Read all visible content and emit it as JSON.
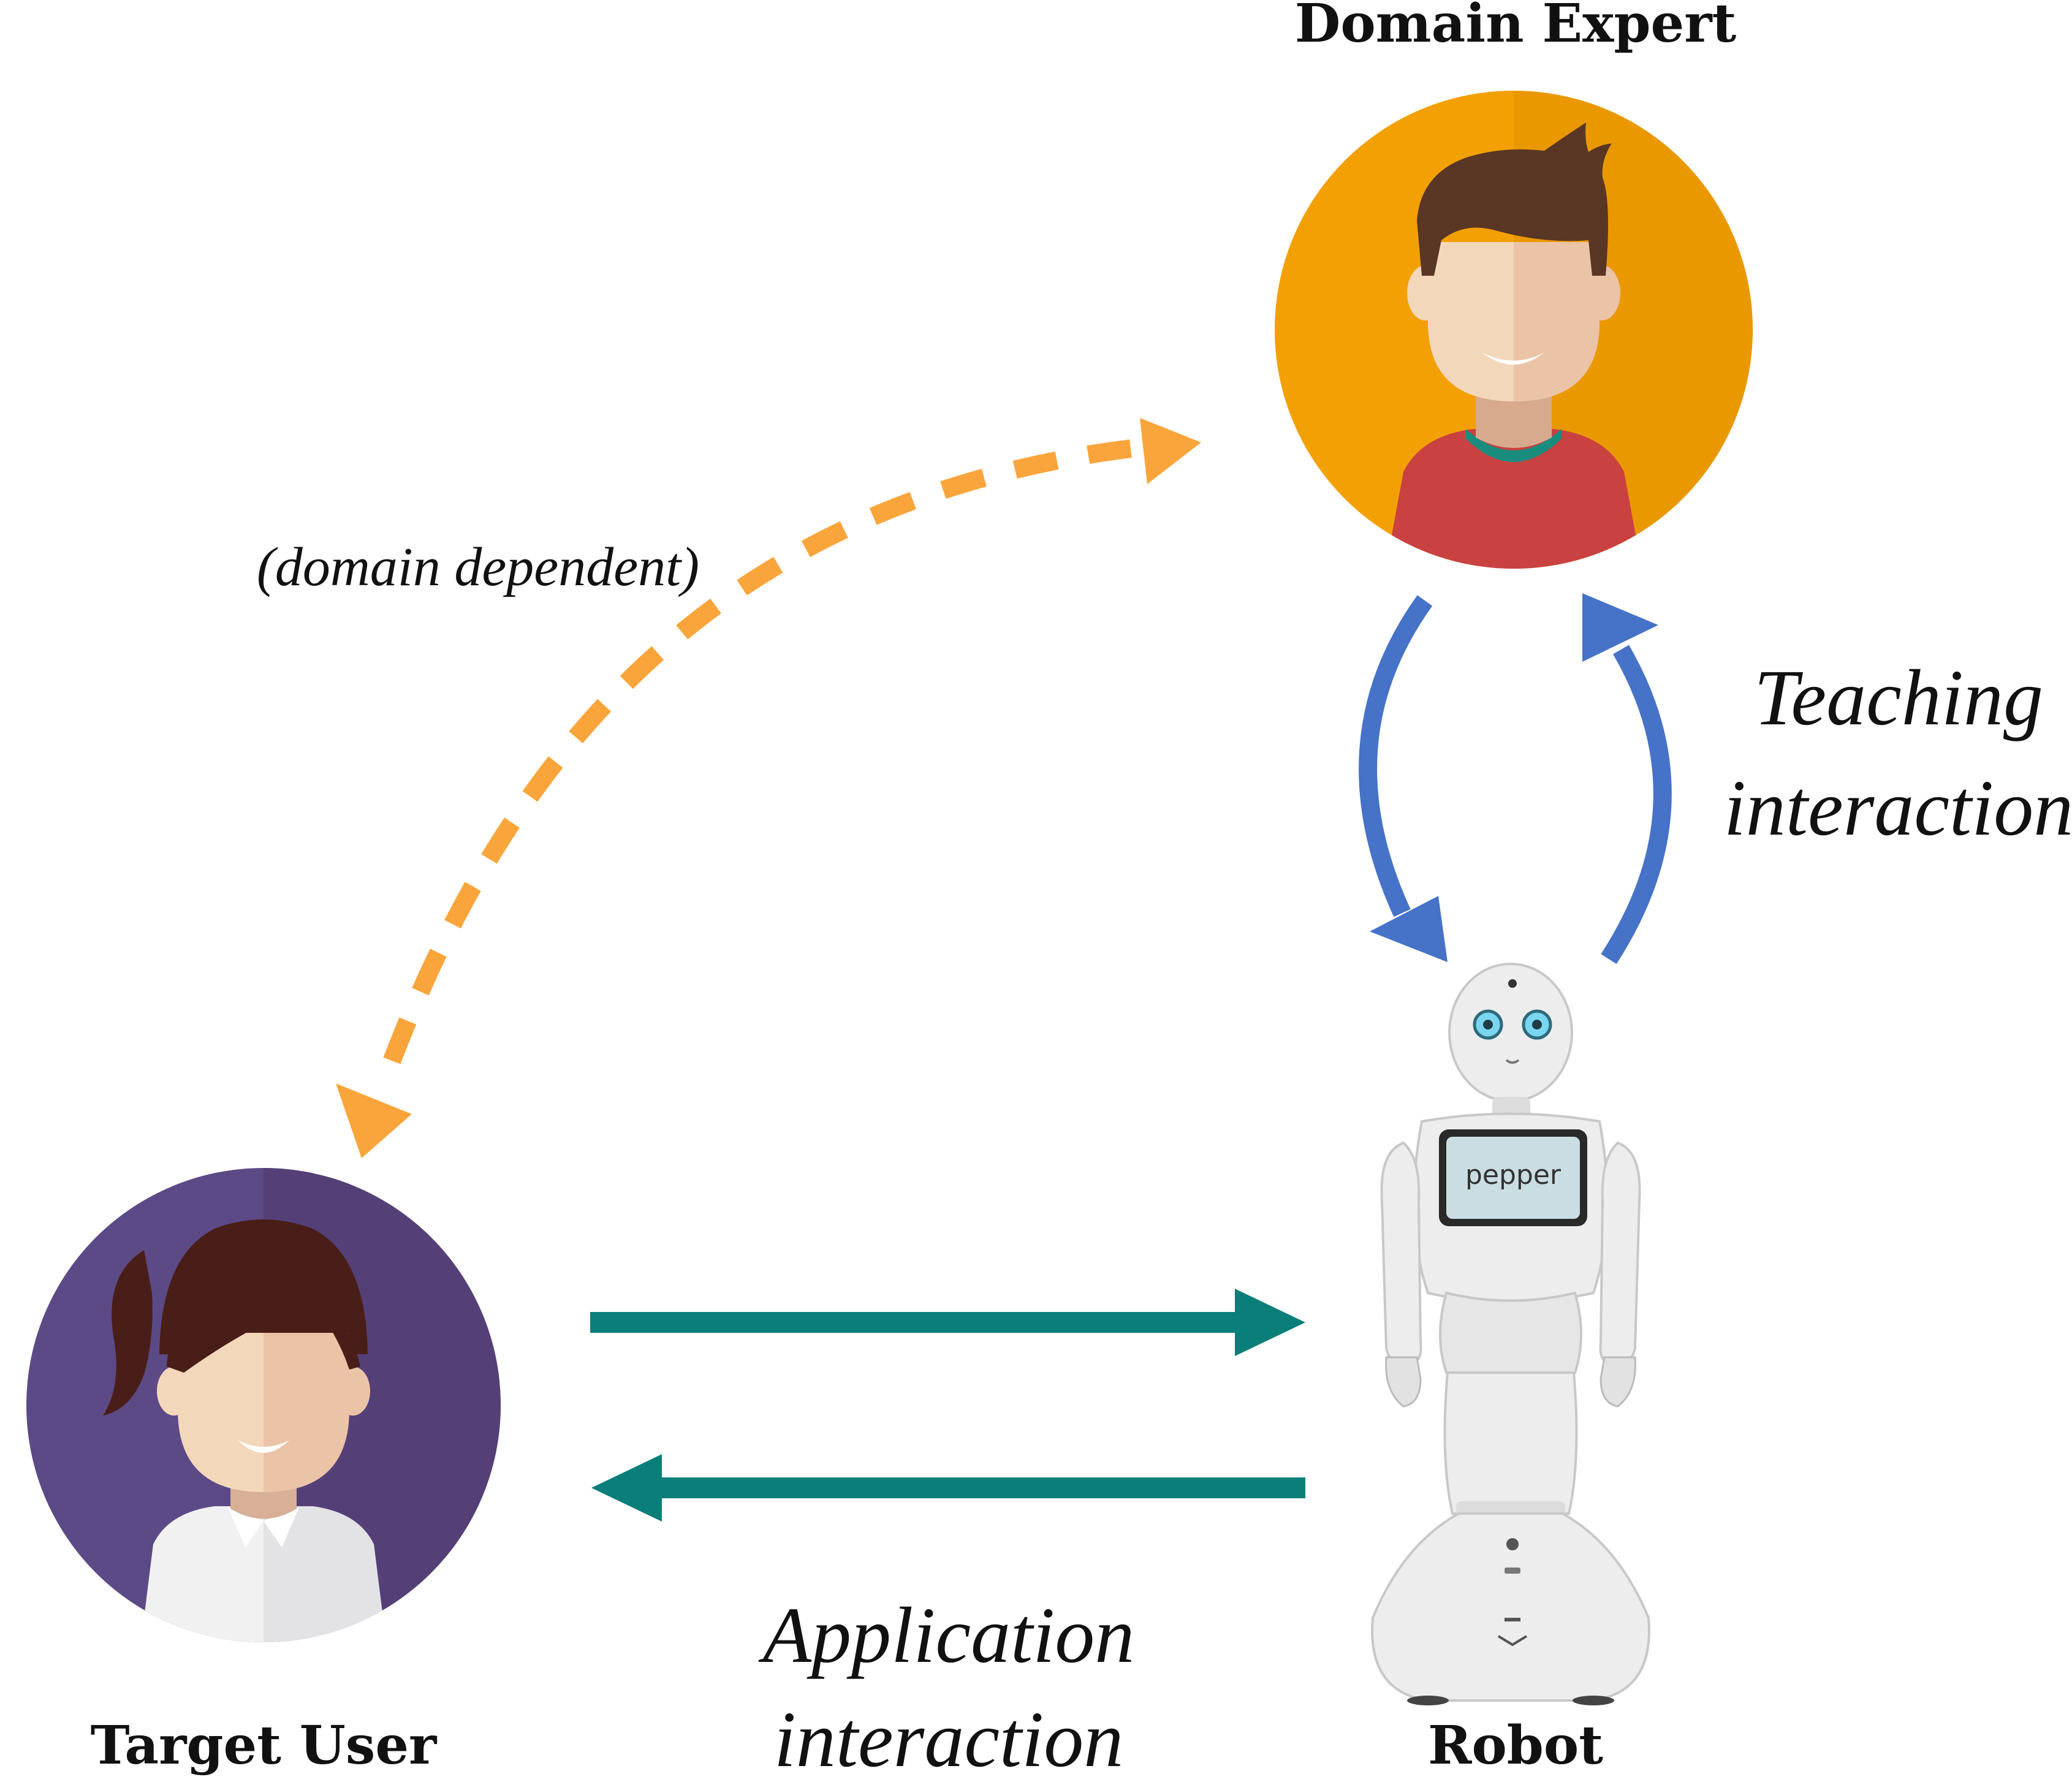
{
  "labels": {
    "domain_expert": "Domain Expert",
    "target_user": "Target User",
    "robot": "Robot",
    "domain_dependent": "(domain dependent)",
    "teaching_line1": "Teaching",
    "teaching_line2": "interaction",
    "application_line1": "Application",
    "application_line2": "interaction",
    "robot_screen_text": "pepper"
  },
  "colors": {
    "expert_circle": "#F3A005",
    "expert_circle_shade": "#EA9800",
    "expert_shirt": "#C94141",
    "expert_collar": "#1A8C7E",
    "user_circle": "#5C4A86",
    "user_circle_shade": "#544077",
    "skin_light": "#F3D7BB",
    "skin_shade": "#EBC3A7",
    "hair_brown": "#5A3625",
    "hair_dark": "#4A1E18",
    "user_shirt": "#F1F1F1",
    "dashed_arrow": "#FAA53B",
    "teaching_arrow": "#4672C8",
    "application_arrow": "#0A7E79",
    "robot_body": "#EDEDED",
    "robot_eye": "#7AD6EE"
  },
  "icons": {
    "domain_expert": "male-avatar-icon",
    "target_user": "female-avatar-icon",
    "robot": "pepper-robot-icon"
  }
}
